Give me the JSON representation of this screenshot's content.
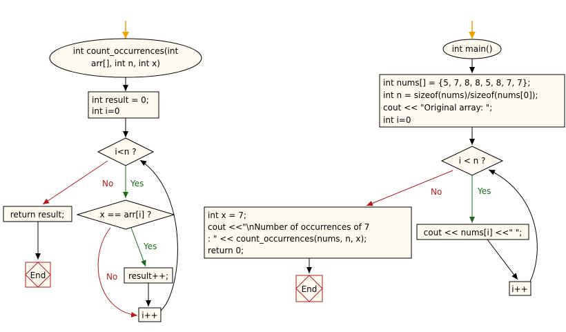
{
  "colors": {
    "node_fill": "#fffaf0",
    "stroke": "#000000",
    "entry_arrow": "#f0a000",
    "yes": "#1a6b1a",
    "no": "#b31b1b",
    "end_stroke": "#b31b1b"
  },
  "left_flow": {
    "start": [
      "int count_occurrences(int",
      "arr[], int n, int x)"
    ],
    "init": [
      "int result = 0;",
      "int i=0"
    ],
    "loop_condition": "i<n ?",
    "yes_label": "Yes",
    "no_label": "No",
    "match_condition": "x == arr[i]  ?",
    "match_yes_label": "Yes",
    "match_no_label": "No",
    "return_box": "return result;",
    "increment_result": "result++;",
    "increment_i": "i++",
    "end_label": "End"
  },
  "right_flow": {
    "start": "int main()",
    "init": [
      "int nums[] = {5, 7, 8, 8, 5, 8, 7, 7};",
      "int n = sizeof(nums)/sizeof(nums[0]);",
      "cout << \"Original array: \";",
      "int i=0"
    ],
    "loop_condition": "i < n  ?",
    "yes_label": "Yes",
    "no_label": "No",
    "loop_body": "cout << nums[i] <<\" \";",
    "increment_i": "i++",
    "result_box": [
      "int x = 7;",
      "cout <<\"\\nNumber of occurrences of 7",
      ": \" << count_occurrences(nums, n, x);",
      "return 0;"
    ],
    "end_label": "End"
  }
}
